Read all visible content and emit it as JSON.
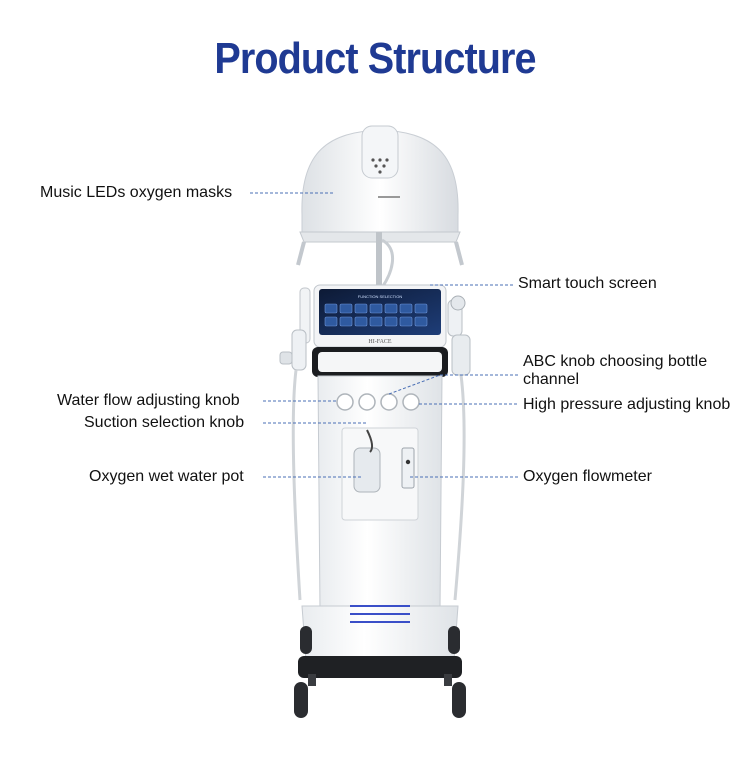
{
  "title": "Product Structure",
  "labels": {
    "music_leds": "Music LEDs oxygen masks",
    "smart_touch": "Smart touch screen",
    "abc_knob_line1": "ABC knob choosing bottle",
    "abc_knob_line2": "channel",
    "water_flow": "Water flow adjusting knob",
    "high_pressure": "High pressure adjusting knob",
    "suction": "Suction selection knob",
    "oxygen_pot": "Oxygen wet water pot",
    "flowmeter": "Oxygen flowmeter"
  },
  "screen": {
    "header": "FUNCTION SELECTION",
    "brand": "HI-FACE"
  },
  "colors": {
    "title": "#1f3a93",
    "leader": "#4a6fb5",
    "accent_stripes": "#3a4fc8"
  }
}
